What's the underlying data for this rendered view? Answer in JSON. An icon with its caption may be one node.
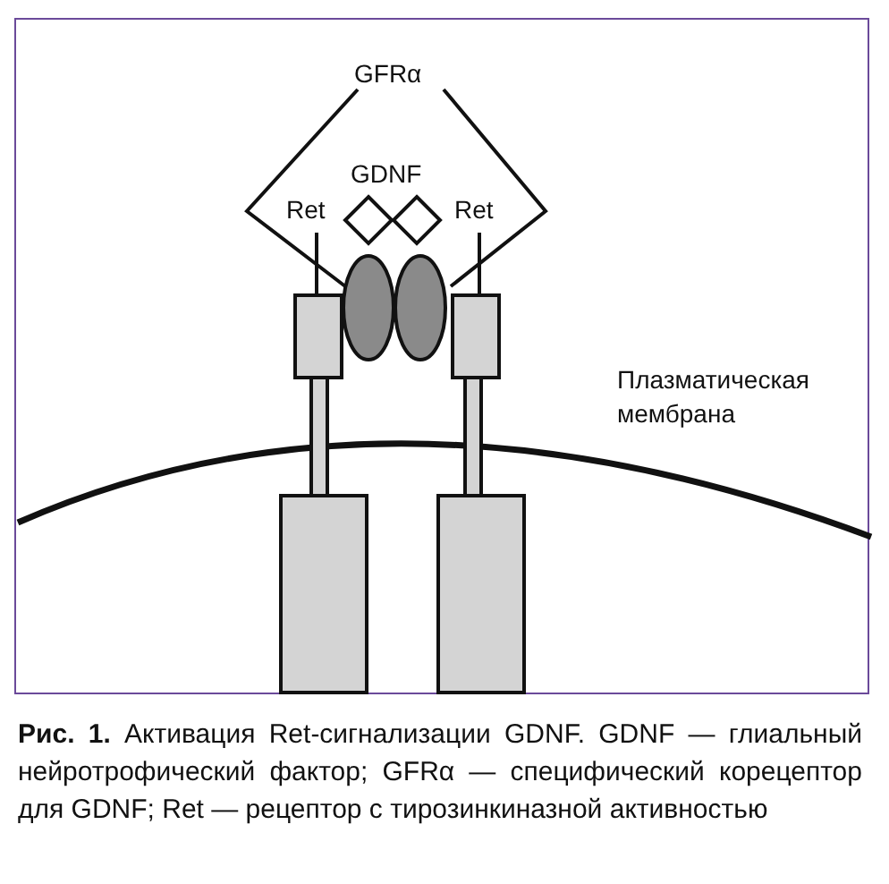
{
  "diagram": {
    "caption": "**Рис. 1.** Активация Ret-сигнализации GDNF. GDNF — глиальный нейротрофический фактор; GFRα — специфический корецептор для GDNF; Ret — рецептор с тирозинкиназной активностью",
    "labels": [
      "GFRα",
      "GDNF",
      "Ret",
      "Ret",
      "Плазматическая мембрана"
    ]
  }
}
